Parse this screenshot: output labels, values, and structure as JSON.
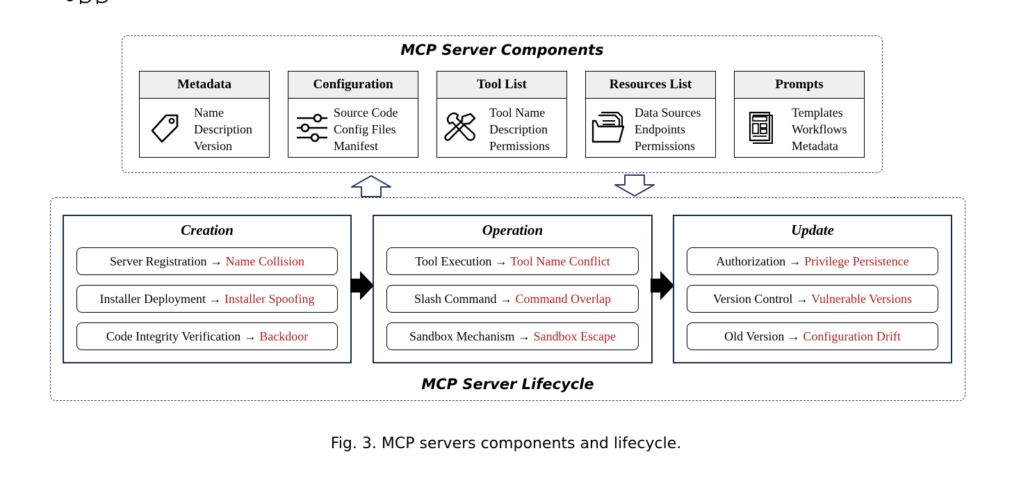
{
  "components": {
    "title": "MCP Server Components",
    "cards": [
      {
        "name": "Metadata",
        "icon": "tag-icon",
        "items": [
          "Name",
          "Description",
          "Version"
        ]
      },
      {
        "name": "Configuration",
        "icon": "sliders-icon",
        "items": [
          "Source Code",
          "Config Files",
          "Manifest"
        ]
      },
      {
        "name": "Tool List",
        "icon": "tools-icon",
        "items": [
          "Tool Name",
          "Description",
          "Permissions"
        ]
      },
      {
        "name": "Resources List",
        "icon": "folder-documents-icon",
        "items": [
          "Data Sources",
          "Endpoints",
          "Permissions"
        ]
      },
      {
        "name": "Prompts",
        "icon": "template-document-icon",
        "items": [
          "Templates",
          "Workflows",
          "Metadata"
        ]
      }
    ]
  },
  "lifecycle": {
    "title": "MCP Server Lifecycle",
    "arrow_glyph": "→",
    "phases": [
      {
        "name": "Creation",
        "rows": [
          {
            "action": "Server Registration",
            "risk": "Name Collision"
          },
          {
            "action": "Installer Deployment",
            "risk": "Installer Spoofing"
          },
          {
            "action": "Code Integrity Verification",
            "risk": "Backdoor"
          }
        ]
      },
      {
        "name": "Operation",
        "rows": [
          {
            "action": "Tool Execution",
            "risk": "Tool Name Conflict"
          },
          {
            "action": "Slash Command",
            "risk": "Command Overlap"
          },
          {
            "action": "Sandbox Mechanism",
            "risk": "Sandbox Escape"
          }
        ]
      },
      {
        "name": "Update",
        "rows": [
          {
            "action": "Authorization",
            "risk": "Privilege Persistence"
          },
          {
            "action": "Version Control",
            "risk": "Vulnerable Versions"
          },
          {
            "action": "Old Version",
            "risk": "Configuration Drift"
          }
        ]
      }
    ]
  },
  "caption": "Fig. 3.  MCP servers components and lifecycle.",
  "colors": {
    "risk": "#b01d1d",
    "border_dashed": "#2b3a67",
    "phase_border": "#1f2a52",
    "header_fill": "#efefef"
  }
}
